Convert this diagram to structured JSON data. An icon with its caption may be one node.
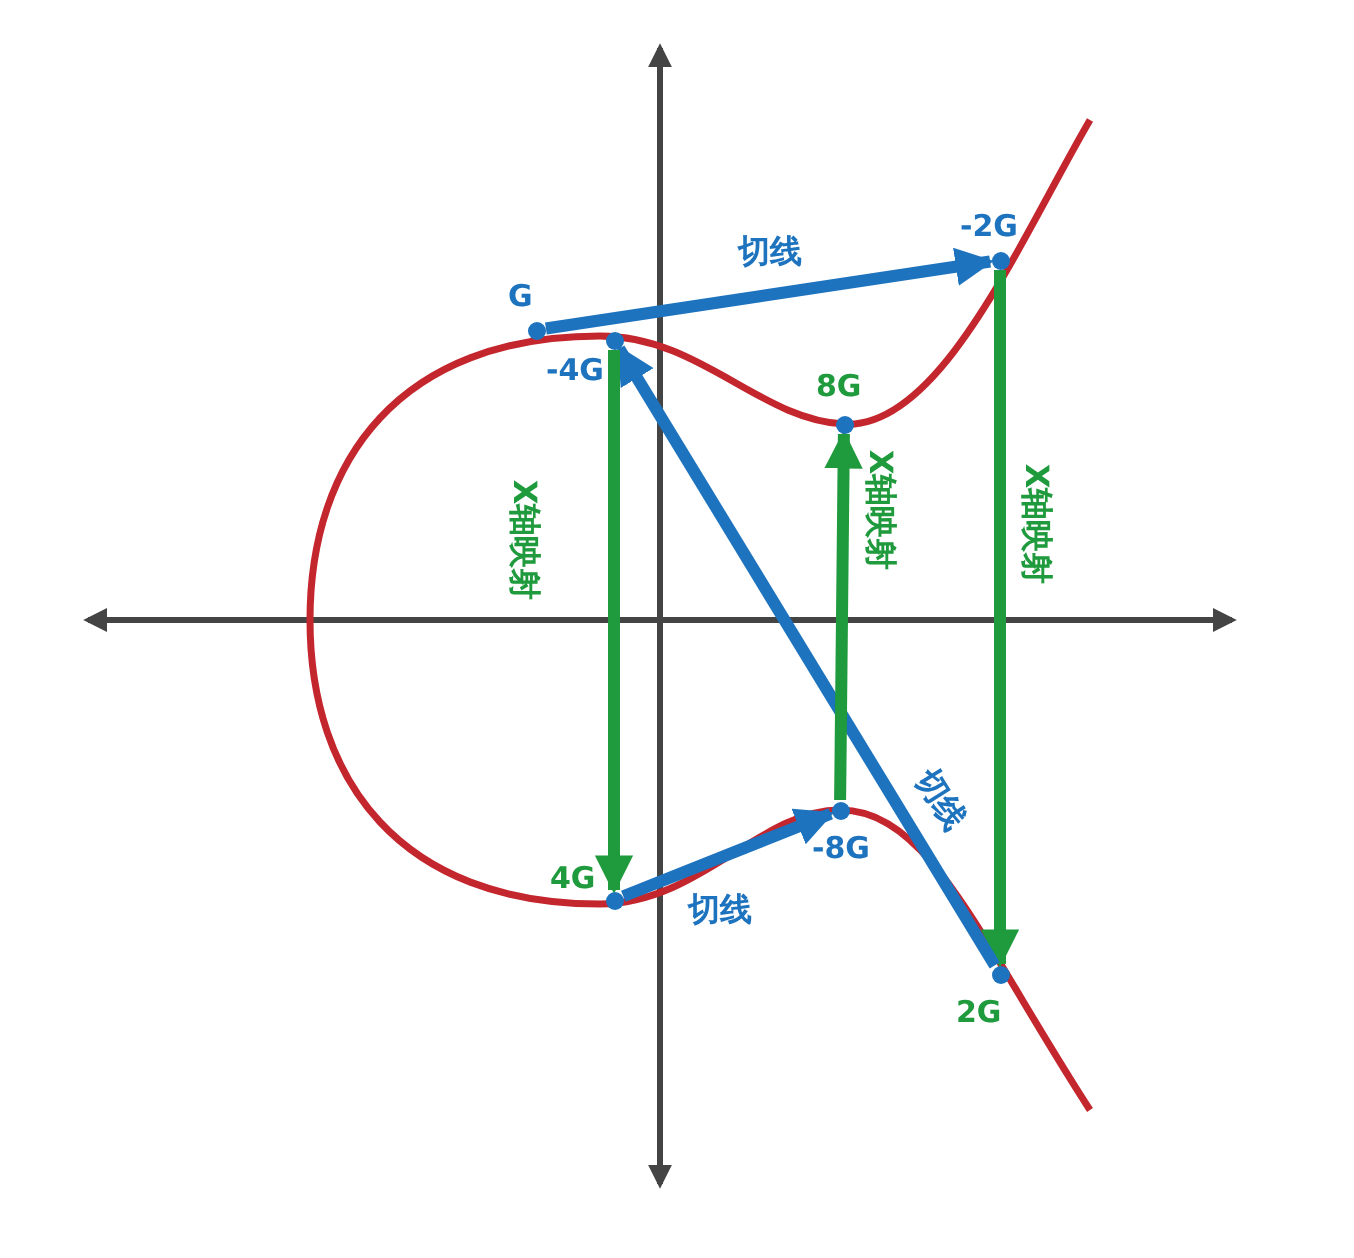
{
  "diagram": {
    "nodes": [
      {
        "text": [
          "G"
        ]
      },
      {
        "text": [
          "-2G"
        ]
      },
      {
        "text": [
          "2G"
        ]
      },
      {
        "text": [
          "-4G"
        ]
      },
      {
        "text": [
          "4G"
        ]
      },
      {
        "text": [
          "-8G"
        ]
      },
      {
        "text": [
          "8G"
        ]
      }
    ],
    "edges": [
      {
        "from": 0,
        "to": 1,
        "arrow": "to",
        "label": "切线"
      },
      {
        "from": 1,
        "to": 2,
        "arrow": "to",
        "label": "X轴映射",
        "color": "#1f9a3c"
      },
      {
        "from": 2,
        "to": 3,
        "arrow": "to",
        "label": "切线"
      },
      {
        "from": 3,
        "to": 4,
        "arrow": "to",
        "label": "X轴映射",
        "color": "#1f9a3c"
      },
      {
        "from": 4,
        "to": 5,
        "arrow": "to",
        "label": "切线"
      },
      {
        "from": 5,
        "to": 6,
        "arrow": "to",
        "label": "X轴映射",
        "color": "#1f9a3c"
      }
    ]
  }
}
